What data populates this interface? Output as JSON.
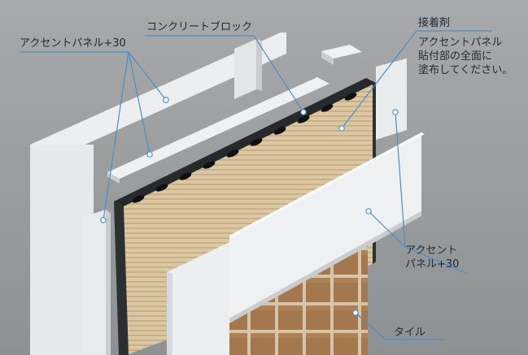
{
  "colors": {
    "background": "#9c9e9f",
    "panel": "#eceeef",
    "panel_side": "#c9cdcf",
    "block": "#262a2d",
    "adhesive": "#dcc7a3",
    "tile": "#a4784e",
    "grout": "#d8c4a8",
    "leader": "#4a8fc9",
    "text": "#1e2a38"
  },
  "labels": {
    "concrete_block": "コンクリートブロック",
    "accent_panel_top": "アクセントパネル+30",
    "adhesive_title": "接着剤",
    "adhesive_note": "アクセントパネル\n貼付部の全面に\n塗布してください。",
    "accent_panel_right": "アクセント\nパネル+30",
    "tile": "タイル"
  }
}
